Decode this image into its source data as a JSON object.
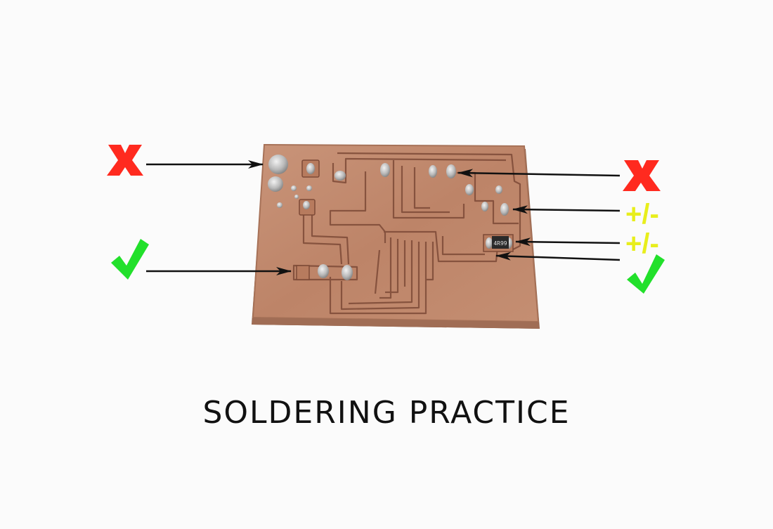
{
  "caption": "SOLDERING PRACTICE",
  "annotations": {
    "left": [
      {
        "mark": "cross",
        "color": "#ff2a1f"
      },
      {
        "mark": "check",
        "color": "#22e02b"
      }
    ],
    "right": [
      {
        "mark": "cross",
        "color": "#ff2a1f"
      },
      {
        "mark": "partial",
        "text": "+/-",
        "color": "#e8ee1c"
      },
      {
        "mark": "partial",
        "text": "+/-",
        "color": "#e8ee1c"
      },
      {
        "mark": "check",
        "color": "#22e02b"
      }
    ]
  },
  "colors": {
    "background": "#fbfbfb",
    "board_copper": "#c08a6e",
    "board_edge": "#9a6a52",
    "arrow": "#111111"
  },
  "smd_label": "4R99"
}
